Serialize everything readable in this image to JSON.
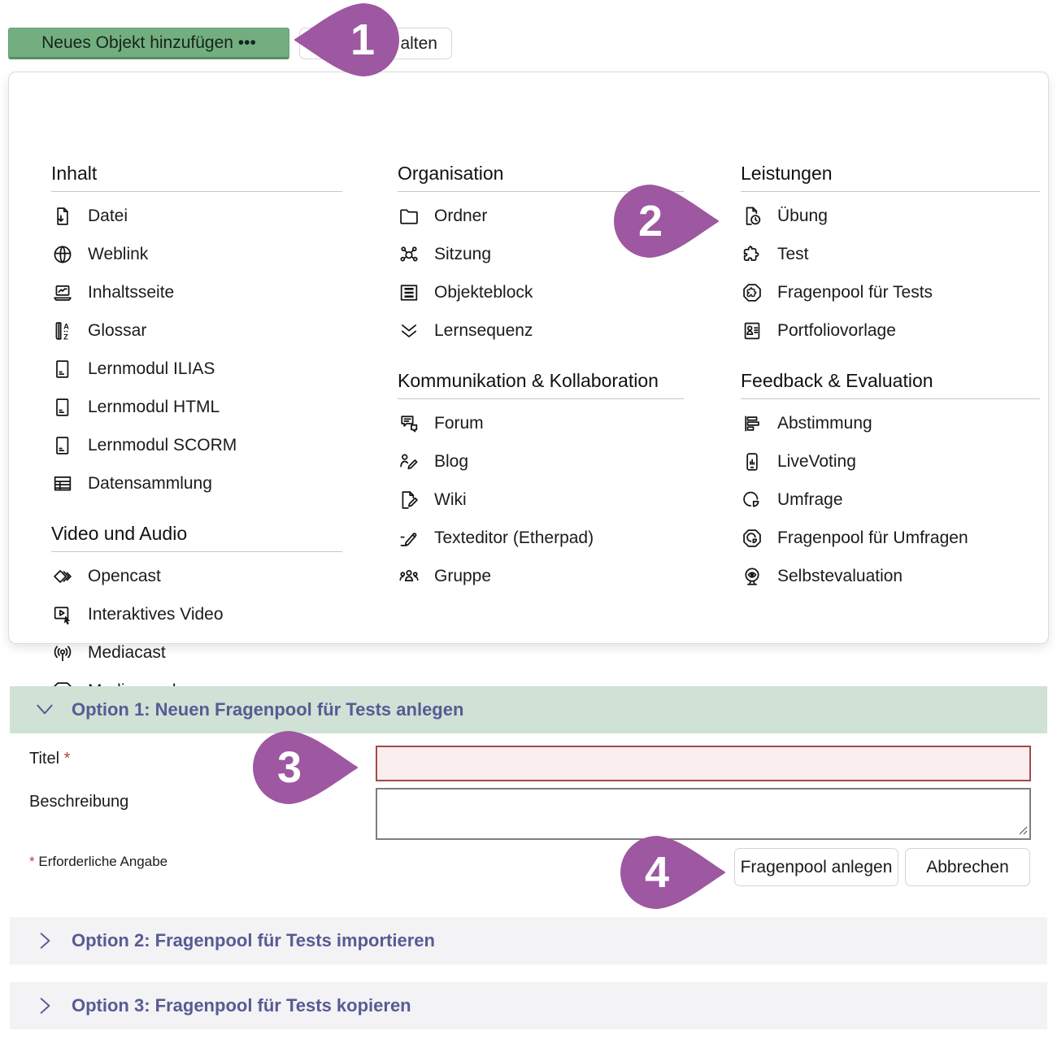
{
  "toolbar": {
    "add_object_button": "Neues Objekt hinzufügen •••",
    "partial_button_visible_text": "alten"
  },
  "menu": {
    "columns": [
      {
        "sections": [
          {
            "title": "Inhalt",
            "items": [
              {
                "label": "Datei",
                "icon": "file-download-icon"
              },
              {
                "label": "Weblink",
                "icon": "globe-icon"
              },
              {
                "label": "Inhaltsseite",
                "icon": "content-page-icon"
              },
              {
                "label": "Glossar",
                "icon": "glossary-icon"
              },
              {
                "label": "Lernmodul ILIAS",
                "icon": "learning-module-icon"
              },
              {
                "label": "Lernmodul HTML",
                "icon": "learning-module-icon"
              },
              {
                "label": "Lernmodul SCORM",
                "icon": "learning-module-icon"
              },
              {
                "label": "Datensammlung",
                "icon": "data-table-icon"
              }
            ]
          },
          {
            "title": "Video und Audio",
            "items": [
              {
                "label": "Opencast",
                "icon": "opencast-icon"
              },
              {
                "label": "Interaktives Video",
                "icon": "interactive-video-icon"
              },
              {
                "label": "Mediacast",
                "icon": "mediacast-icon"
              },
              {
                "label": "Medienpool",
                "icon": "media-pool-icon"
              }
            ]
          }
        ]
      },
      {
        "sections": [
          {
            "title": "Organisation",
            "items": [
              {
                "label": "Ordner",
                "icon": "folder-icon"
              },
              {
                "label": "Sitzung",
                "icon": "session-icon"
              },
              {
                "label": "Objekteblock",
                "icon": "object-block-icon"
              },
              {
                "label": "Lernsequenz",
                "icon": "learning-sequence-icon"
              }
            ]
          },
          {
            "title": "Kommunikation & Kollabo­ration",
            "items": [
              {
                "label": "Forum",
                "icon": "forum-icon"
              },
              {
                "label": "Blog",
                "icon": "blog-icon"
              },
              {
                "label": "Wiki",
                "icon": "wiki-icon"
              },
              {
                "label": "Texteditor (Etherpad)",
                "icon": "text-editor-icon"
              },
              {
                "label": "Gruppe",
                "icon": "group-icon"
              }
            ]
          }
        ]
      },
      {
        "sections": [
          {
            "title": "Leistungen",
            "items": [
              {
                "label": "Übung",
                "icon": "exercise-icon"
              },
              {
                "label": "Test",
                "icon": "puzzle-icon"
              },
              {
                "label": "Fragenpool für Tests",
                "icon": "question-pool-test-icon"
              },
              {
                "label": "Portfoliovorlage",
                "icon": "portfolio-template-icon"
              }
            ]
          },
          {
            "title": "Feedback & Evaluation",
            "items": [
              {
                "label": "Abstimmung",
                "icon": "poll-bars-icon"
              },
              {
                "label": "LiveVoting",
                "icon": "live-voting-icon"
              },
              {
                "label": "Umfrage",
                "icon": "survey-pie-icon"
              },
              {
                "label": "Fragenpool für Umfragen",
                "icon": "question-pool-survey-icon"
              },
              {
                "label": "Selbstevaluation",
                "icon": "self-evaluation-icon"
              }
            ]
          }
        ]
      }
    ]
  },
  "option1": {
    "title": "Option 1: Neuen Fragenpool für Tests anlegen",
    "form": {
      "title_label": "Titel",
      "required_mark": "*",
      "title_value": "",
      "description_label": "Beschreibung",
      "description_value": "",
      "required_note": "Erforderliche Angabe",
      "submit_label": "Fragenpool anlegen",
      "cancel_label": "Abbrechen"
    }
  },
  "option2": {
    "title": "Option 2: Fragenpool für Tests importieren"
  },
  "option3": {
    "title": "Option 3: Fragenpool für Tests kopieren"
  },
  "markers": [
    {
      "number": "1"
    },
    {
      "number": "2"
    },
    {
      "number": "3"
    },
    {
      "number": "4"
    }
  ],
  "colors": {
    "marker_purple": "#9d58a1",
    "button_green": "#73ae81",
    "accordion_green": "#cfe2d5",
    "accordion_gray": "#f3f2f4",
    "heading_purple": "#575b94",
    "error_border_red": "#a4494c",
    "error_fill_pink": "#fbeeee"
  }
}
